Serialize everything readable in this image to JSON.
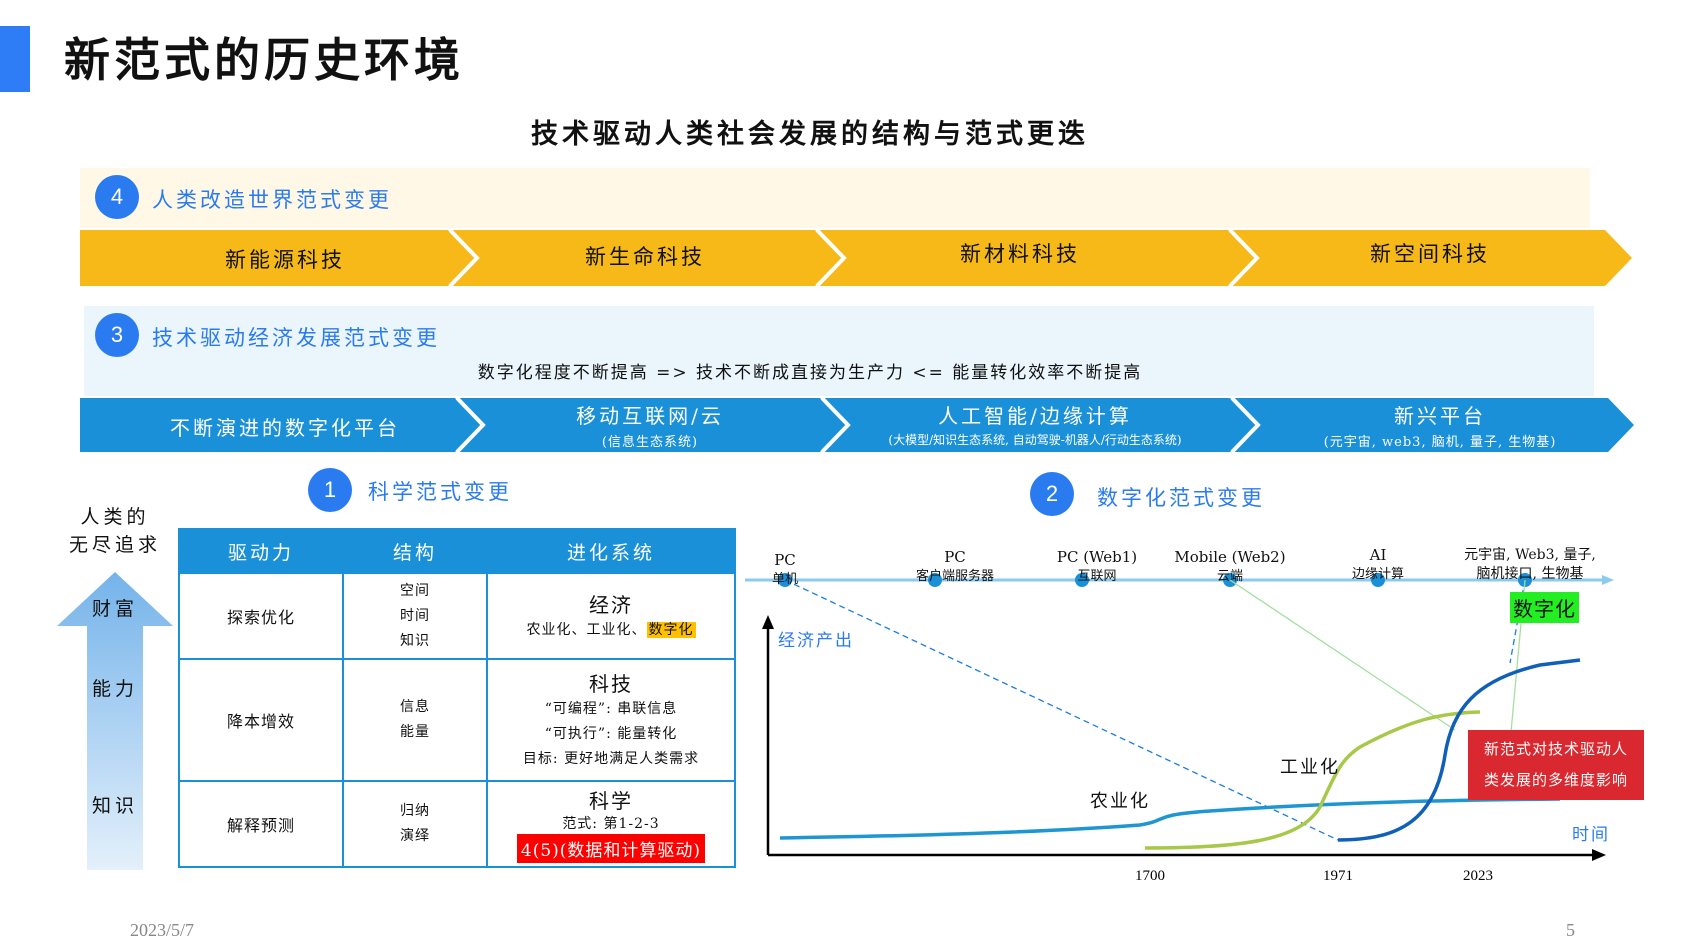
{
  "page": {
    "title": "新范式的历史环境",
    "subtitle": "技术驱动人类社会发展的结构与范式更迭"
  },
  "section4": {
    "number": "4",
    "heading": "人类改造世界范式变更",
    "stages": [
      "新能源科技",
      "新生命科技",
      "新材料科技",
      "新空间科技"
    ]
  },
  "section3": {
    "number": "3",
    "heading": "技术驱动经济发展范式变更",
    "note": "数字化程度不断提高 => 技术不断成直接为生产力  <= 能量转化效率不断提高",
    "stages": [
      {
        "main": "不断演进的数字化平台",
        "sub": ""
      },
      {
        "main": "移动互联网/云",
        "sub": "(信息生态系统)"
      },
      {
        "main": "人工智能/边缘计算",
        "sub": "(大模型/知识生态系统, 自动驾驶-机器人/行动生态系统)"
      },
      {
        "main": "新兴平台",
        "sub": "(元宇宙, web3, 脑机, 量子, 生物基)"
      }
    ]
  },
  "section1": {
    "number": "1",
    "heading": "科学范式变更",
    "side_title_1": "人类的",
    "side_title_2": "无尽追求",
    "side_levels": [
      "财富",
      "能力",
      "知识"
    ],
    "table": {
      "headers": [
        "驱动力",
        "结构",
        "进化系统"
      ],
      "rows": [
        {
          "driver": "探索优化",
          "structure": [
            "空间",
            "时间",
            "知识"
          ],
          "system_title": "经济",
          "system_lines": [
            "农业化、工业化、"
          ],
          "system_highlight": "数字化"
        },
        {
          "driver": "降本增效",
          "structure": [
            "信息",
            "能量"
          ],
          "system_title": "科技",
          "system_lines": [
            "“可编程”: 串联信息",
            "“可执行”: 能量转化",
            "目标: 更好地满足人类需求"
          ],
          "system_highlight": ""
        },
        {
          "driver": "解释预测",
          "structure": [
            "归纳",
            "演绎"
          ],
          "system_title": "科学",
          "system_lines": [
            "范式: 第1-2-3"
          ],
          "system_highlight": "4(5)(数据和计算驱动)"
        }
      ]
    }
  },
  "section2": {
    "number": "2",
    "heading": "数字化范式变更",
    "timeline": [
      {
        "top": "PC",
        "bottom": "单机"
      },
      {
        "top": "PC",
        "bottom": "客户端服务器"
      },
      {
        "top": "PC (Web1)",
        "bottom": "互联网"
      },
      {
        "top": "Mobile (Web2)",
        "bottom": "云端"
      },
      {
        "top": "AI",
        "bottom": "边缘计算"
      },
      {
        "top": "元宇宙, Web3, 量子,",
        "bottom": "脑机接口, 生物基"
      }
    ],
    "digital_badge": "数字化",
    "ylabel": "经济产出",
    "xlabel": "时间",
    "years": [
      "1700",
      "1971",
      "2023"
    ],
    "curve_labels": {
      "agri": "农业化",
      "industry": "工业化"
    },
    "callout_1": "新范式对技术驱动人",
    "callout_2": "类发展的多维度影响",
    "colors": {
      "agri": "#1e96d2",
      "industry": "#a8c84a",
      "digital": "#1060b8",
      "callout": "#d9282f",
      "badge": "#22ee22"
    }
  },
  "footer": {
    "date": "2023/5/7",
    "page": "5"
  }
}
